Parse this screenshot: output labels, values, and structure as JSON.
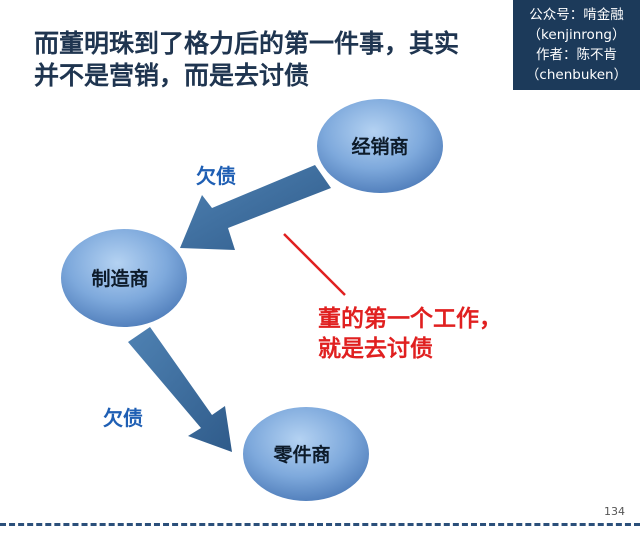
{
  "title": {
    "line1": "而董明珠到了格力后的第一件事，其实",
    "line2": "并不是营销，而是去讨债"
  },
  "badge": {
    "line1": "公众号：啃金融",
    "line2": "（kenjinrong）",
    "line3": "作者：陈不肯",
    "line4": "（chenbuken）"
  },
  "nodes": {
    "dealer": "经销商",
    "manufacturer": "制造商",
    "parts_supplier": "零件商"
  },
  "edges": {
    "dealer_to_manufacturer": "欠债",
    "manufacturer_to_parts": "欠债"
  },
  "callout": {
    "line1": "董的第一个工作，",
    "line2": "就是去讨债"
  },
  "page_number": "134",
  "colors": {
    "title": "#1f3550",
    "badge_bg": "#1c3a5a",
    "arrow": "#3e6f9e",
    "edge_label": "#1f5fb4",
    "callout": "#e02020"
  }
}
